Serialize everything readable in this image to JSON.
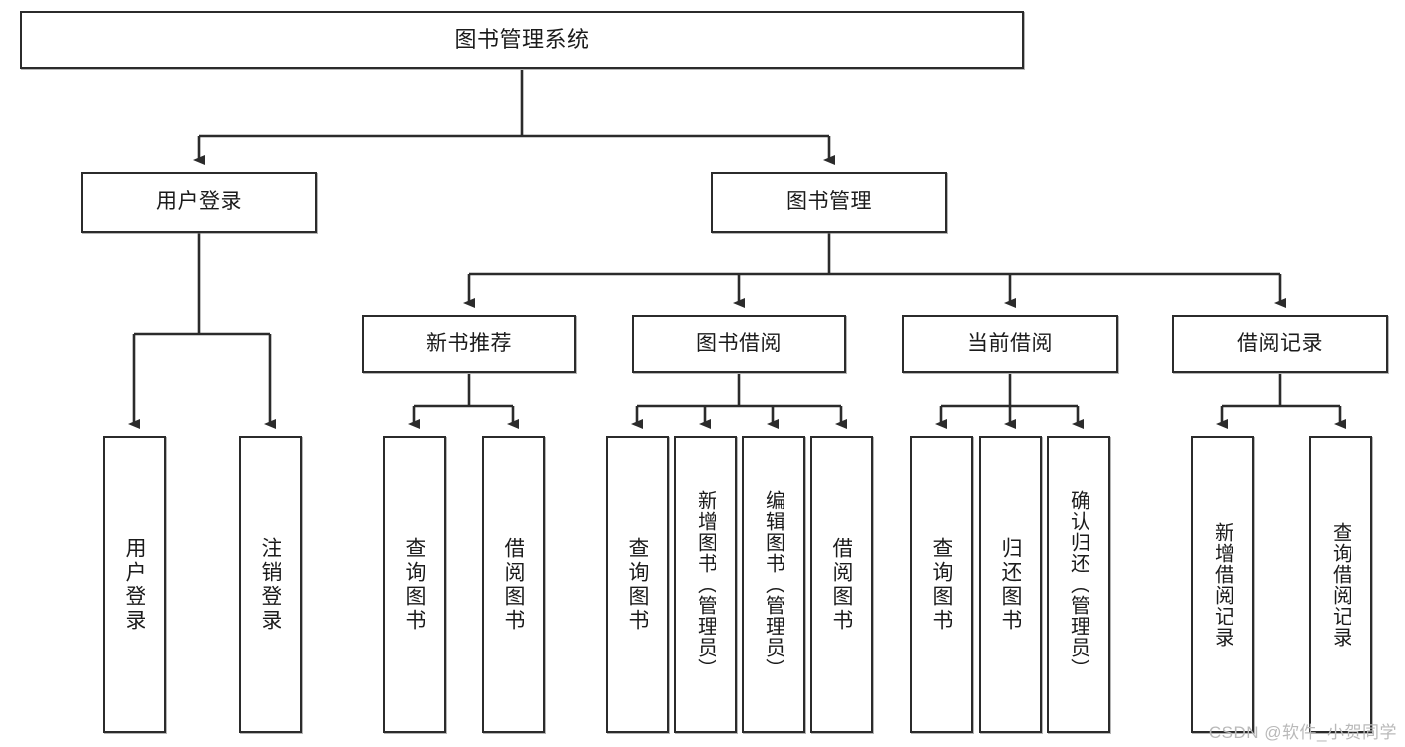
{
  "diagram": {
    "title": "图书管理系统",
    "type": "hierarchy-tree",
    "root": {
      "id": "root",
      "label": "图书管理系统"
    },
    "level2": [
      {
        "id": "user-login",
        "label": "用户登录"
      },
      {
        "id": "book-manage",
        "label": "图书管理"
      }
    ],
    "level3": [
      {
        "id": "new-book-rec",
        "label": "新书推荐",
        "parent": "book-manage"
      },
      {
        "id": "book-borrow",
        "label": "图书借阅",
        "parent": "book-manage"
      },
      {
        "id": "current-borrow",
        "label": "当前借阅",
        "parent": "book-manage"
      },
      {
        "id": "borrow-record",
        "label": "借阅记录",
        "parent": "book-manage"
      }
    ],
    "leaves": [
      {
        "id": "leaf-user-login",
        "label": "用户登录",
        "parent": "user-login"
      },
      {
        "id": "leaf-user-logout",
        "label": "注销登录",
        "parent": "user-login"
      },
      {
        "id": "leaf-query-book-1",
        "label": "查询图书",
        "parent": "new-book-rec"
      },
      {
        "id": "leaf-borrow-book-1",
        "label": "借阅图书",
        "parent": "new-book-rec"
      },
      {
        "id": "leaf-query-book-2",
        "label": "查询图书",
        "parent": "book-borrow"
      },
      {
        "id": "leaf-add-book",
        "label": "新增图书（管理员）",
        "parent": "book-borrow"
      },
      {
        "id": "leaf-edit-book",
        "label": "编辑图书（管理员）",
        "parent": "book-borrow"
      },
      {
        "id": "leaf-borrow-book-2",
        "label": "借阅图书",
        "parent": "book-borrow"
      },
      {
        "id": "leaf-query-book-3",
        "label": "查询图书",
        "parent": "current-borrow"
      },
      {
        "id": "leaf-return-book",
        "label": "归还图书",
        "parent": "current-borrow"
      },
      {
        "id": "leaf-confirm-return",
        "label": "确认归还（管理员）",
        "parent": "current-borrow"
      },
      {
        "id": "leaf-add-record",
        "label": "新增借阅记录",
        "parent": "borrow-record"
      },
      {
        "id": "leaf-query-record",
        "label": "查询借阅记录",
        "parent": "borrow-record"
      }
    ]
  },
  "watermark": {
    "text": "CSDN @软件_小贺同学"
  },
  "colors": {
    "stroke": "#2b2b2b",
    "text": "#1b1b1b",
    "background": "#ffffff",
    "watermark": "#b9b9b9"
  }
}
